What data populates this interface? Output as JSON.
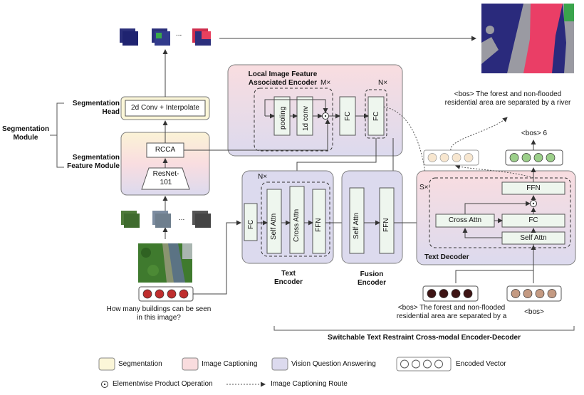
{
  "segmentation_module": {
    "label_line1": "Segmentation",
    "label_line2": "Module",
    "head_line1": "Segmentation",
    "head_line2": "Head",
    "feature_line1": "Segmentation",
    "feature_line2": "Feature Module",
    "head_box": "2d Conv + Interpolate",
    "rcca": "RCCA",
    "resnet_line1": "ResNet-",
    "resnet_line2": "101",
    "ellipsis_top": "...",
    "ellipsis_bottom": "..."
  },
  "local_encoder": {
    "title_line1": "Local Image Feature",
    "title_line2": "Associated Encoder",
    "m_repeat": "M×",
    "n_repeat": "N×",
    "pooling": "pooling",
    "conv1d": "1d conv",
    "fc1": "FC",
    "fc2": "FC"
  },
  "text_encoder": {
    "n_repeat": "N×",
    "fc": "FC",
    "self_attn": "Self Attn",
    "cross_attn": "Cross Attn",
    "ffn": "FFN",
    "label_line1": "Text",
    "label_line2": "Encoder"
  },
  "fusion_encoder": {
    "self_attn": "Self Attn",
    "ffn": "FFN",
    "label_line1": "Fusion",
    "label_line2": "Encoder"
  },
  "text_decoder": {
    "s_repeat": "S×",
    "ffn": "FFN",
    "fc": "FC",
    "cross_attn": "Cross Attn",
    "self_attn": "Self Attn",
    "label": "Text Decoder",
    "output_caption_line1": "<bos> The forest and non-flooded",
    "output_caption_line2": "residential area are separated by a river",
    "output_answer": "<bos> 6",
    "input_caption_line1": "<bos> The forest and non-flooded",
    "input_caption_line2": "residential area are separated by a",
    "input_bos": "<bos>"
  },
  "question_line1": "How many buildings can be seen",
  "question_line2": "in this image?",
  "bottom_label": "Switchable Text Restraint Cross-modal Encoder-Decoder",
  "legend": {
    "segmentation": "Segmentation",
    "captioning": "Image Captioning",
    "vqa": "Vision Question Answering",
    "encoded": "Encoded Vector",
    "elementwise": "Elementwise Product Operation",
    "route": "Image Captioning Route"
  },
  "colors": {
    "segmentation": "#fbf6d8",
    "captioning": "#f9dcde",
    "vqa": "#dcdaee",
    "box_fill": "#eef6ee",
    "vector_dark": "#bf2e2e",
    "vector_green": "#9ccf8a",
    "vector_cream": "#f7e6cf",
    "vector_black": "#3e1414",
    "vector_tan": "#c49a82"
  }
}
